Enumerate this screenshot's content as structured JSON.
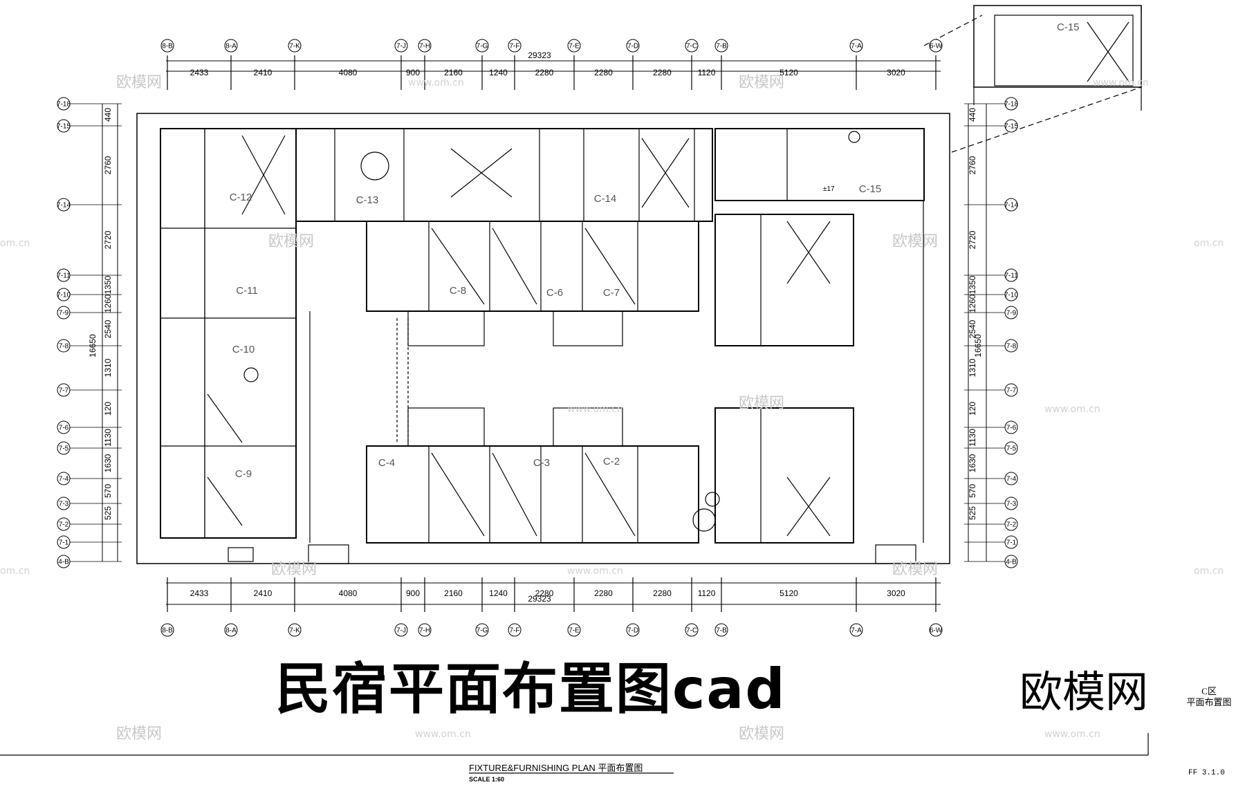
{
  "drawing": {
    "top_dims": [
      "2433",
      "2410",
      "4080",
      "900",
      "2160",
      "1240",
      "2280",
      "2280",
      "2280",
      "1120",
      "5120",
      "3020"
    ],
    "bottom_dims": [
      "2433",
      "2410",
      "4080",
      "900",
      "2160",
      "1240",
      "2280",
      "2280",
      "2280",
      "1120",
      "5120",
      "3020"
    ],
    "total_width": "29323",
    "col_axes": [
      "8-B",
      "8-A",
      "7-K",
      "7-J",
      "7-H",
      "7-G",
      "7-F",
      "7-E",
      "7-D",
      "7-C",
      "7-B",
      "7-A",
      "6-W"
    ],
    "row_axes": [
      "7-18",
      "7-15",
      "7-14",
      "7-11",
      "7-10",
      "7-9",
      "7-8",
      "7-7",
      "7-6",
      "7-5",
      "7-4",
      "7-3",
      "7-2",
      "7-1",
      "4-B"
    ],
    "side_dims": [
      "440",
      "2760",
      "2720",
      "1350",
      "1260",
      "2540",
      "1310",
      "120",
      "1130",
      "1630",
      "570",
      "525"
    ],
    "total_height": "16650",
    "rooms": [
      "C-12",
      "C-13",
      "C-14",
      "C-15",
      "C-11",
      "C-10",
      "C-9",
      "C-8",
      "C-6",
      "C-7",
      "C-4",
      "C-3",
      "C-2"
    ],
    "stair_note": "±17"
  },
  "watermarks": {
    "brand_cn": "欧模网",
    "site": "www.om.cn",
    "site_short": "om.cn"
  },
  "title": "民宿平面布置图cad",
  "brand": "欧模网",
  "zone_label_line1": "C区",
  "zone_label_line2": "平面布置图",
  "footer_title": "FIXTURE&FURNISHING PLAN 平面布置图",
  "scale": "SCALE 1:60",
  "sheet_no": "FF 3.1.0"
}
